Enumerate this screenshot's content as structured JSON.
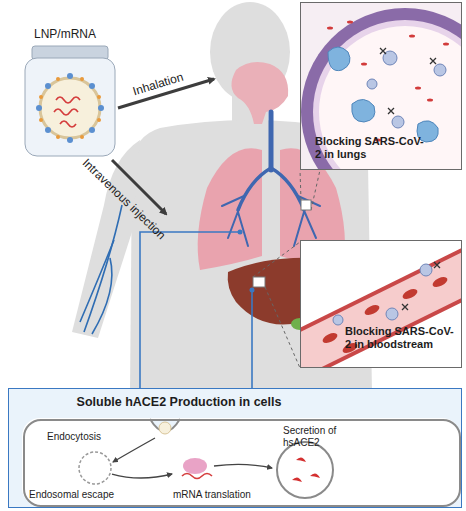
{
  "diagram": {
    "nodes": [
      {
        "text": [
          "LNP/mRNA"
        ]
      },
      {
        "text": [
          "Blocking SARS-CoV-2 in lungs"
        ]
      },
      {
        "text": [
          "Blocking SARS-CoV-2 in bloodstream"
        ]
      },
      {
        "text": [
          "Soluble hACE2 Production in cells"
        ]
      },
      {
        "text": [
          "Endocytosis",
          "Endosomal escape",
          "mRNA translation",
          "Secretion of hsACE2"
        ],
        "in": 3
      }
    ],
    "labels": [
      "Inhalation",
      "Intravenous injection"
    ]
  }
}
